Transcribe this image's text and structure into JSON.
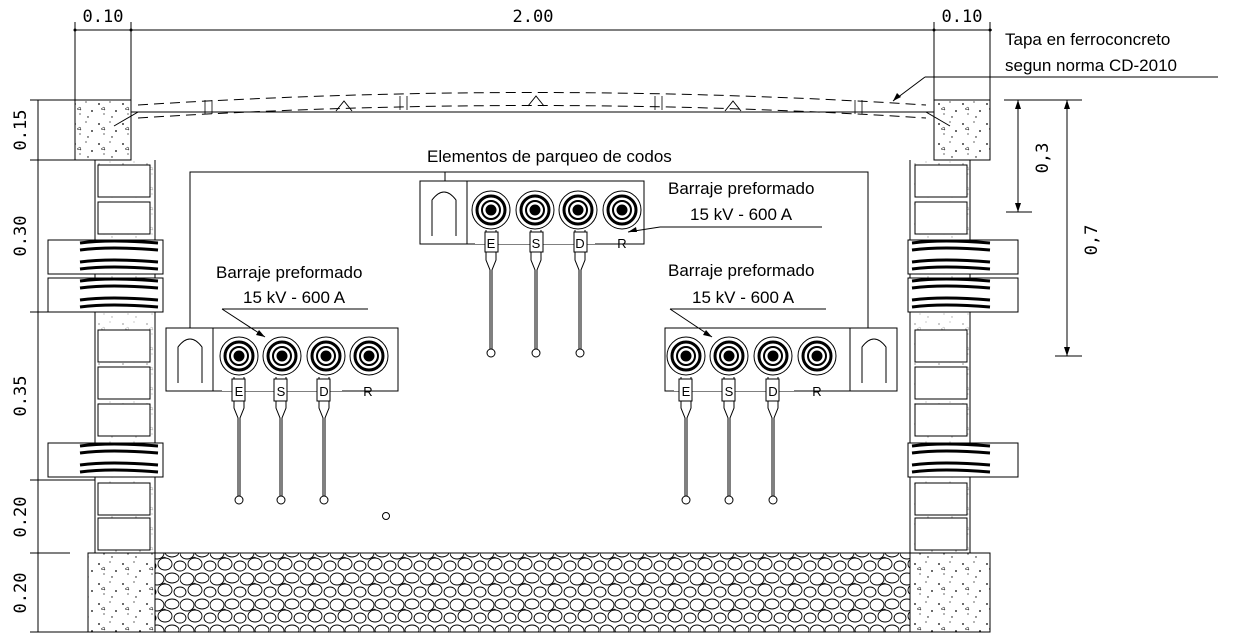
{
  "dimensions": {
    "top_left_wall": "0.10",
    "top_span": "2.00",
    "top_right_wall": "0.10",
    "left_cover": "0.15",
    "left_row1": "0.30",
    "left_row2": "0.35",
    "left_row3": "0.20",
    "left_base": "0.20",
    "right_inner": "0,3",
    "right_outer": "0,7"
  },
  "labels": {
    "cover_line1": "Tapa en ferroconcreto",
    "cover_line2": "segun norma CD-2010",
    "parking": "Elementos de parqueo de codos",
    "busbar_center_line1": "Barraje preformado",
    "busbar_center_line2": "15 kV - 600 A",
    "busbar_left_line1": "Barraje preformado",
    "busbar_left_line2": "15 kV - 600 A",
    "busbar_right_line1": "Barraje preformado",
    "busbar_right_line2": "15 kV - 600 A"
  },
  "terminals": [
    "E",
    "S",
    "D",
    "R"
  ]
}
